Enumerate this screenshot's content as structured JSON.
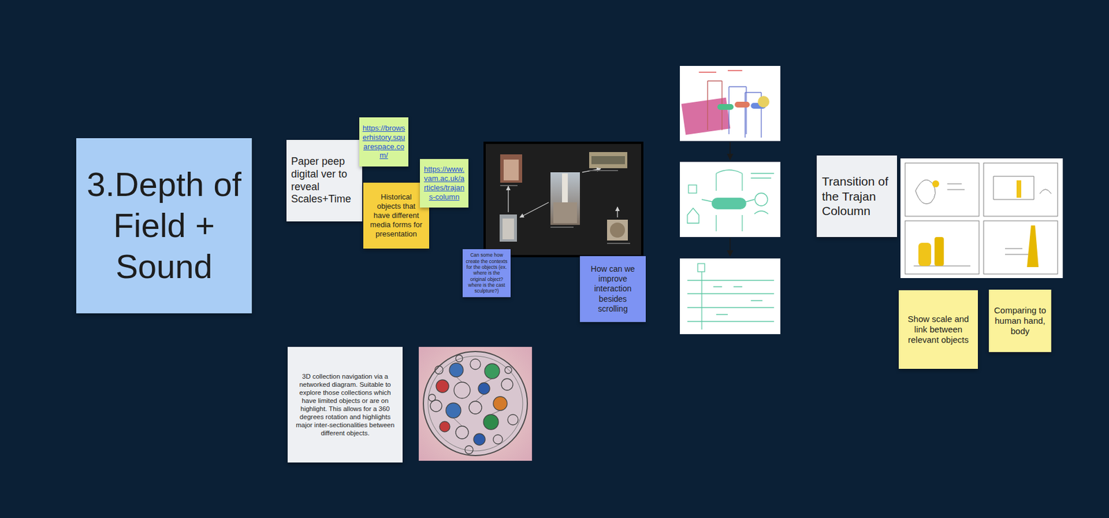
{
  "diagram": {
    "nodes": [
      {
        "text": [
          "3.Depth of Field + Sound"
        ]
      },
      {
        "text": [
          "Paper peep digital ver to reveal Scales+Time"
        ]
      },
      {
        "text": [
          "https://browserhistory.squarespace.com/"
        ]
      },
      {
        "text": [
          "Historical objects that have different media forms for presentation"
        ]
      },
      {
        "text": [
          "https://www.vam.ac.uk/articles/trajans-column"
        ]
      },
      {
        "text": [
          "Can some how create the contexts for the objects (ex. where is the original object? where is the cast sculpture?)"
        ]
      },
      {
        "text": [
          "How can we improve interaction besides scrolling"
        ]
      },
      {
        "text": [
          "3D collection navigation via a networked diagram. Suitable to explore those collections which have limited objects or are on highlight. This allows for a 360 degrees rotation and highlights major inter-sectionalities between different objects."
        ]
      },
      {
        "text": [
          "Transition of the Trajan Coloumn"
        ]
      },
      {
        "text": [
          "Show scale and link between relevant objects"
        ]
      },
      {
        "text": [
          "Comparing to human hand, body"
        ]
      }
    ]
  }
}
